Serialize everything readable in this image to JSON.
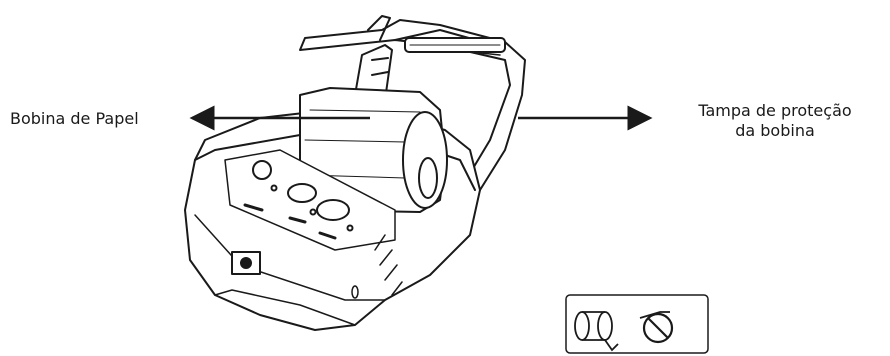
{
  "labels": {
    "paper_roll": "Bobina de Papel",
    "roll_cover_line1": "Tampa de proteção",
    "roll_cover_line2": "da bobina"
  },
  "icons": {
    "inset_correct": "paper-roll-correct-orientation-icon",
    "inset_wrong": "paper-roll-wrong-orientation-icon"
  },
  "colors": {
    "line": "#1a1a1a",
    "background": "#ffffff"
  }
}
